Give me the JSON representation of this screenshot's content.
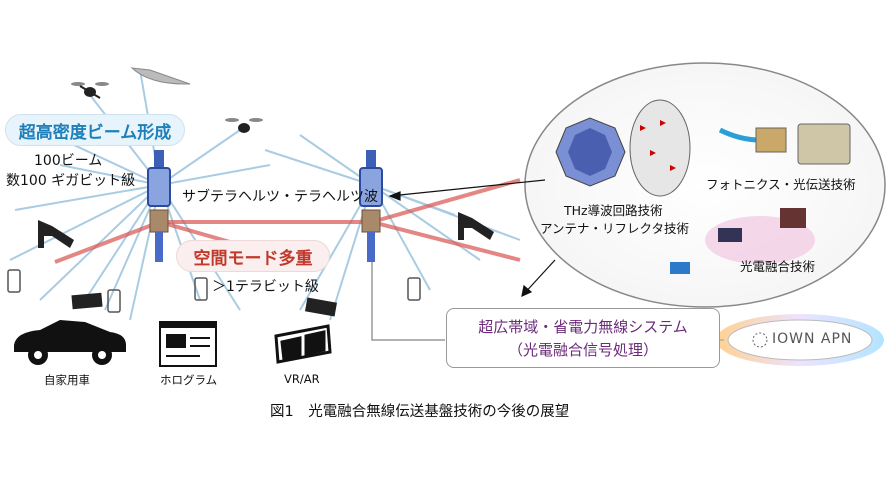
{
  "labels": {
    "beamforming": "超高密度ビーム形成",
    "beam_count": "100ビーム",
    "beam_rate": "数100 ギガビット級",
    "wave": "サブテラヘルツ・テラヘルツ波",
    "spatial_mode": "空間モード多重",
    "terabit": "＞1テラビット級",
    "thz_circuit": "THz導波回路技術",
    "antenna": "アンテナ・リフレクタ技術",
    "photonics": "フォトニクス・光伝送技術",
    "optoelectronic": "光電融合技術",
    "system_line1": "超広帯域・省電力無線システム",
    "system_line2": "（光電融合信号処理）",
    "iown": "IOWN APN",
    "car": "自家用車",
    "hologram": "ホログラム",
    "vr": "VR/AR",
    "caption": "図1　光電融合無線伝送基盤技術の今後の展望"
  },
  "colors": {
    "beam": "#a9cce3",
    "spatial": "#d9534f",
    "antenna": "#2c4a9e",
    "pill_blue_bg": "#e8f4fb",
    "pill_blue_text": "#1f7fb8",
    "pill_red_text": "#c0392b",
    "system_text": "#6b2a7a"
  },
  "icons": [
    "drone-icon",
    "airplane-icon",
    "camera-icon",
    "smartphone-icon",
    "car-icon",
    "hologram-icon",
    "vr-headset-icon",
    "antenna-tower-icon",
    "chip-icon",
    "reflector-icon",
    "fiber-icon"
  ]
}
